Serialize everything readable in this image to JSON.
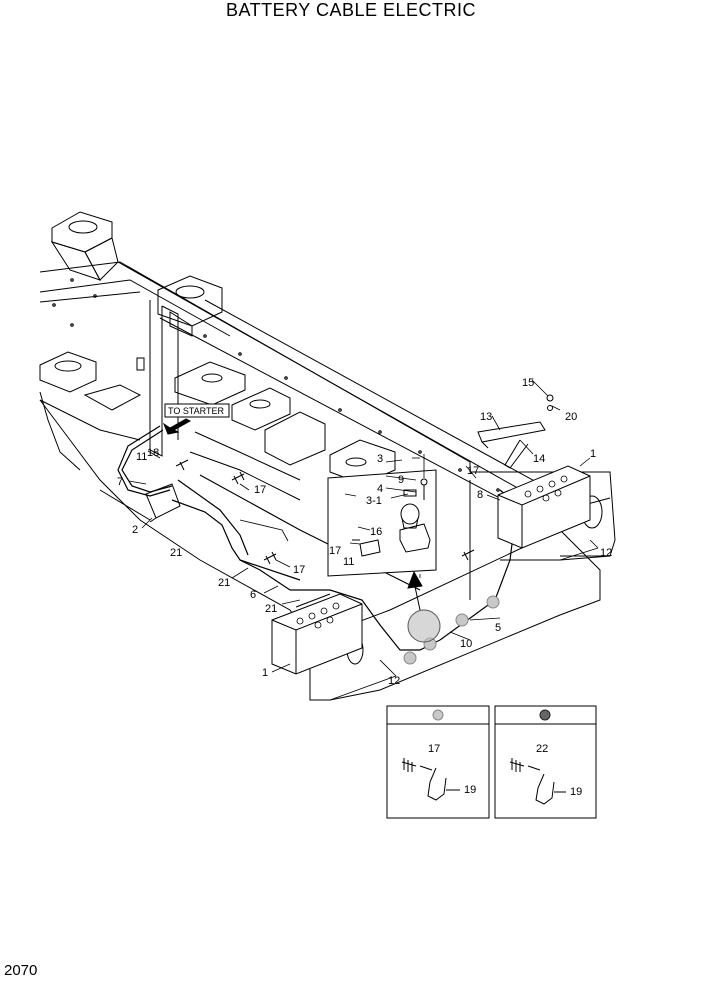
{
  "title": "BATTERY CABLE ELECTRIC",
  "page_number": "2070",
  "callout_text": "TO STARTER",
  "part_labels": {
    "p1a": "1",
    "p1b": "1",
    "p2": "2",
    "p3": "3",
    "p3_1": "3-1",
    "p4": "4",
    "p5": "5",
    "p6": "6",
    "p7": "7",
    "p8": "8",
    "p9": "9",
    "p10": "10",
    "p11a": "11",
    "p11b": "11",
    "p12a": "12",
    "p12b": "12",
    "p13": "13",
    "p14": "14",
    "p15": "15",
    "p16": "16",
    "p17a": "17",
    "p17b": "17",
    "p17c": "17",
    "p17d": "17",
    "p18": "18",
    "p19a": "19",
    "p19b": "19",
    "p20": "20",
    "p21a": "21",
    "p21b": "21",
    "p21c": "21",
    "p22": "22",
    "p17e": "17"
  }
}
